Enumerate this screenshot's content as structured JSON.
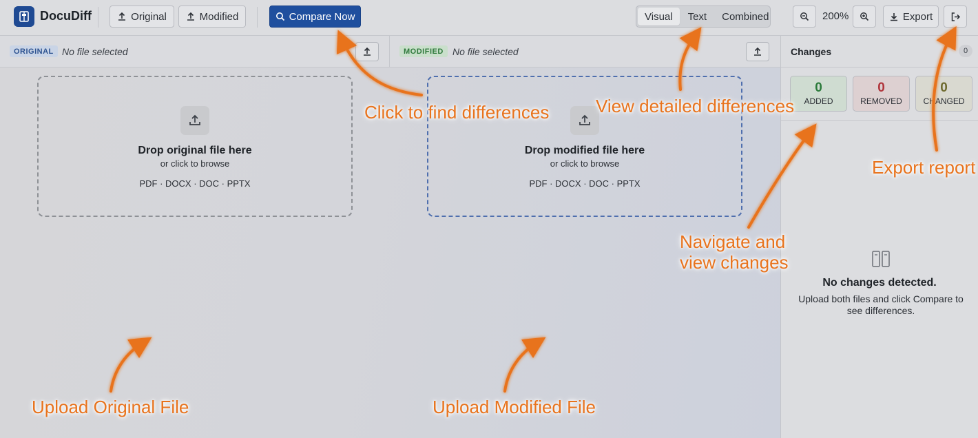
{
  "app": {
    "name": "DocuDiff"
  },
  "toolbar": {
    "original_label": "Original",
    "modified_label": "Modified",
    "compare_label": "Compare Now",
    "view_modes": [
      "Visual",
      "Text",
      "Combined"
    ],
    "active_view": "Visual",
    "zoom": "200%",
    "export_label": "Export"
  },
  "panes": {
    "original": {
      "tag": "ORIGINAL",
      "status": "No file selected",
      "drop_title": "Drop original file here",
      "drop_sub": "or click to browse",
      "formats": "PDF · DOCX · DOC · PPTX"
    },
    "modified": {
      "tag": "MODIFIED",
      "status": "No file selected",
      "drop_title": "Drop modified file here",
      "drop_sub": "or click to browse",
      "formats": "PDF · DOCX · DOC · PPTX"
    }
  },
  "sidebar": {
    "title": "Changes",
    "count": "0",
    "stats": {
      "added": {
        "value": "0",
        "label": "ADDED"
      },
      "removed": {
        "value": "0",
        "label": "REMOVED"
      },
      "changed": {
        "value": "0",
        "label": "CHANGED"
      }
    },
    "empty_title": "No changes detected.",
    "empty_desc": "Upload both files and click Compare to see differences."
  },
  "annotations": {
    "compare": "Click to find differences",
    "view": "View detailed differences",
    "export": "Export report",
    "navigate_line1": "Navigate and",
    "navigate_line2": "view changes",
    "upload_original": "Upload Original File",
    "upload_modified": "Upload Modified File"
  },
  "colors": {
    "primary": "#1f4f9e",
    "annotation": "#e8731d",
    "added": "#2a7a3a",
    "removed": "#b0343b",
    "changed": "#6e6a2e"
  }
}
